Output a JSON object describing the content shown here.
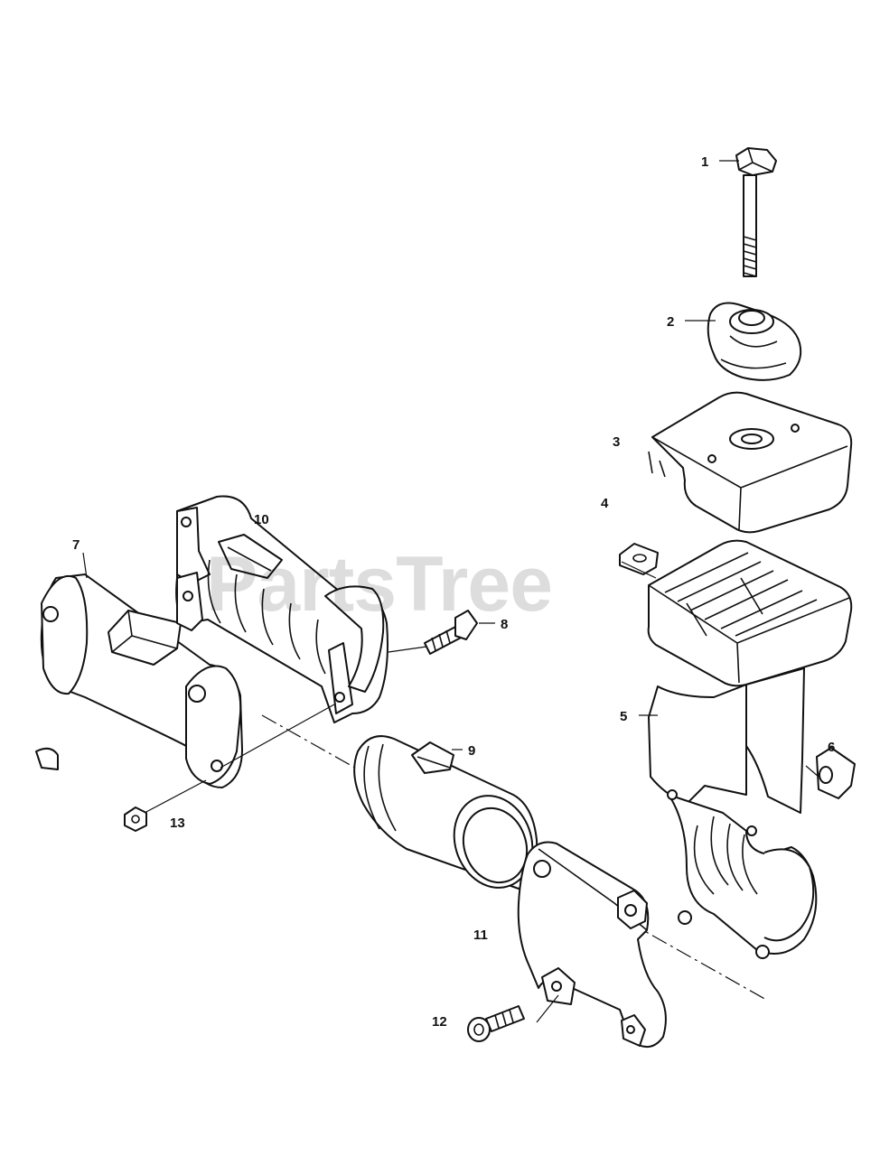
{
  "watermark": "PartsTree",
  "callouts": [
    {
      "id": "1",
      "label": "1"
    },
    {
      "id": "2",
      "label": "2"
    },
    {
      "id": "3",
      "label": "3"
    },
    {
      "id": "4",
      "label": "4"
    },
    {
      "id": "5",
      "label": "5"
    },
    {
      "id": "6",
      "label": "6"
    },
    {
      "id": "7",
      "label": "7"
    },
    {
      "id": "8",
      "label": "8"
    },
    {
      "id": "9",
      "label": "9"
    },
    {
      "id": "10",
      "label": "10"
    },
    {
      "id": "11",
      "label": "11"
    },
    {
      "id": "12",
      "label": "12"
    },
    {
      "id": "13",
      "label": "13"
    }
  ]
}
